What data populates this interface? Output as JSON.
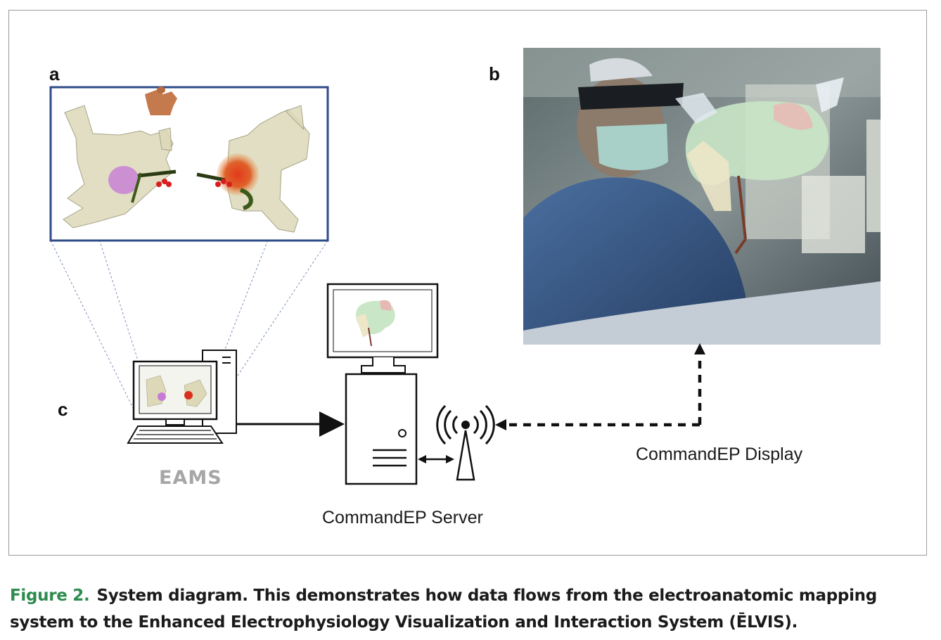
{
  "panels": {
    "a": "a",
    "b": "b",
    "c": "c"
  },
  "labels": {
    "eams": "EAMS",
    "server": "CommandEP Server",
    "display": "CommandEP Display"
  },
  "caption": {
    "figure_label": "Figure 2.",
    "text": "System diagram. This demonstrates how data flows from the electroanatomic mapping system to the Enhanced Electrophysiology Visualization and Interaction System (ĒLVIS)."
  },
  "colors": {
    "panel_a_border": "#2f4b88",
    "caption_label": "#2e8b4e",
    "eams_label": "#a6a6a6",
    "anatomy": "#dcd8b8",
    "lesion_marker": "#d81e1e",
    "drape": "#3b5e8f"
  },
  "icons": [
    "heart-model-icon",
    "desktop-computer-icon",
    "server-computer-icon",
    "wireless-antenna-icon",
    "torso-icon"
  ]
}
